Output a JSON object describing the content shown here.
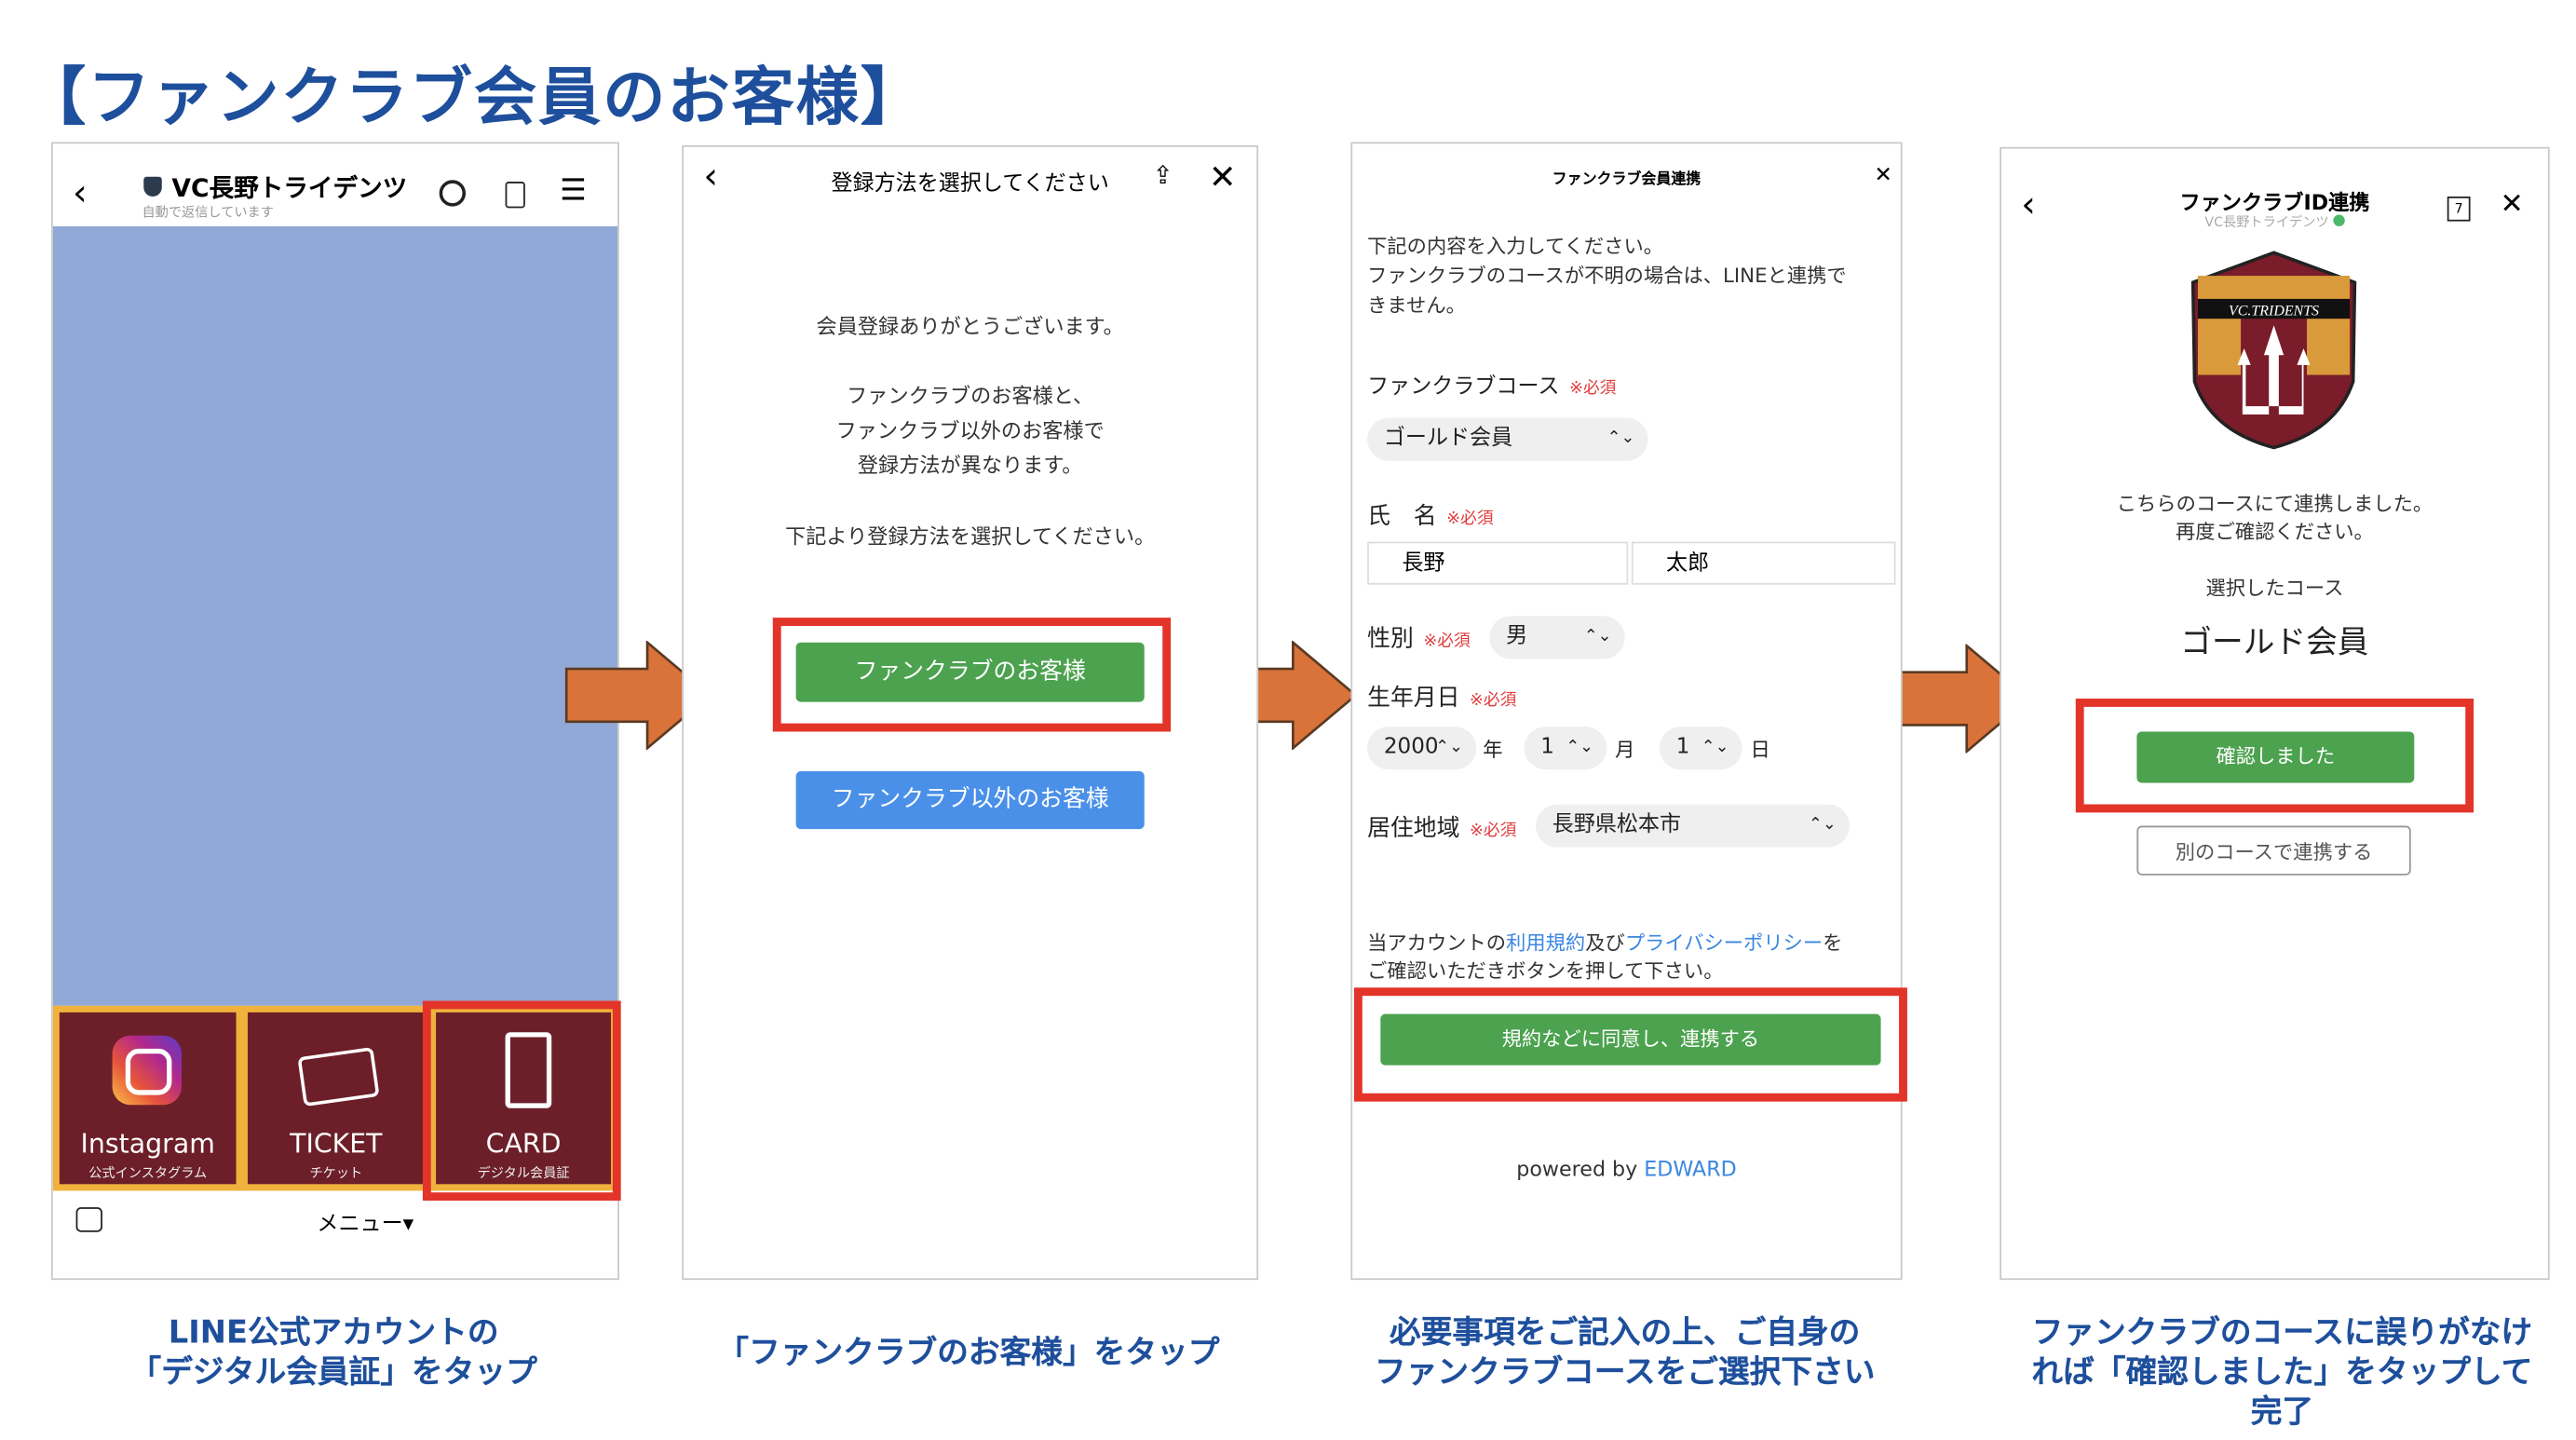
{
  "page_title": "【ファンクラブ会員のお客様】",
  "colors": {
    "title_blue": "#1e4f9c",
    "arrow": "#d9733a",
    "highlight_red": "#e3342a",
    "green": "#4ca24f",
    "blue_button": "#4a90e8",
    "maroon": "#6c1f28"
  },
  "panel1": {
    "account_name": "VC長野トライデンツ",
    "status": "自動で返信しています",
    "icons": [
      "back-icon",
      "search-clock-icon",
      "notes-icon",
      "menu-icon"
    ],
    "tiles": [
      {
        "label": "Instagram",
        "sub": "公式インスタグラム"
      },
      {
        "label": "TICKET",
        "sub": "チケット"
      },
      {
        "label": "CARD",
        "sub": "デジタル会員証"
      }
    ],
    "menu_label": "メニュー▾",
    "caption": [
      "LINE公式アカウントの",
      "「デジタル会員証」をタップ"
    ]
  },
  "panel2": {
    "header_title": "登録方法を選択してください",
    "thanks": "会員登録ありがとうございます。",
    "lines": [
      "ファンクラブのお客様と、",
      "ファンクラブ以外のお客様で",
      "登録方法が異なります。"
    ],
    "instruction": "下記より登録方法を選択してください。",
    "fan_button": "ファンクラブのお客様",
    "other_button": "ファンクラブ以外のお客様",
    "caption": [
      "「ファンクラブのお客様」をタップ"
    ]
  },
  "panel3": {
    "header_title": "ファンクラブ会員連携",
    "intro": [
      "下記の内容を入力してください。",
      "ファンクラブのコースが不明の場合は、LINEと連携で",
      "きません。"
    ],
    "required": "※必須",
    "course_label": "ファンクラブコース",
    "course_value": "ゴールド会員",
    "name_label": "氏　名",
    "last_name": "長野",
    "first_name": "太郎",
    "gender_label": "性別",
    "gender_value": "男",
    "birth_label": "生年月日",
    "birth_year": "2000",
    "year_unit": "年",
    "birth_month": "1",
    "month_unit": "月",
    "birth_day": "1",
    "day_unit": "日",
    "region_label": "居住地域",
    "region_value": "長野県松本市",
    "terms_pre": "当アカウントの",
    "terms_link": "利用規約",
    "terms_mid": "及び",
    "privacy_link": "プライバシーポリシー",
    "terms_post": "を",
    "terms_line2": "ご確認いただきボタンを押して下さい。",
    "agree_button": "規約などに同意し、連携する",
    "powered_by": "powered by ",
    "powered_brand": "EDWARD",
    "caption": [
      "必要事項をご記入の上、ご自身の",
      "ファンクラブコースをご選択下さい"
    ]
  },
  "panel4": {
    "header_title": "ファンクラブID連携",
    "header_sub": "VC長野トライデンツ",
    "calendar_badge": "7",
    "logo_text": "VC.TRIDENTS",
    "message": [
      "こちらのコースにて連携しました。",
      "再度ご確認ください。"
    ],
    "selected_label": "選択したコース",
    "selected_value": "ゴールド会員",
    "confirm_button": "確認しました",
    "other_course_button": "別のコースで連携する",
    "caption": [
      "ファンクラブのコースに誤りがなけ",
      "れば「確認しました」をタップして",
      "完了"
    ]
  }
}
